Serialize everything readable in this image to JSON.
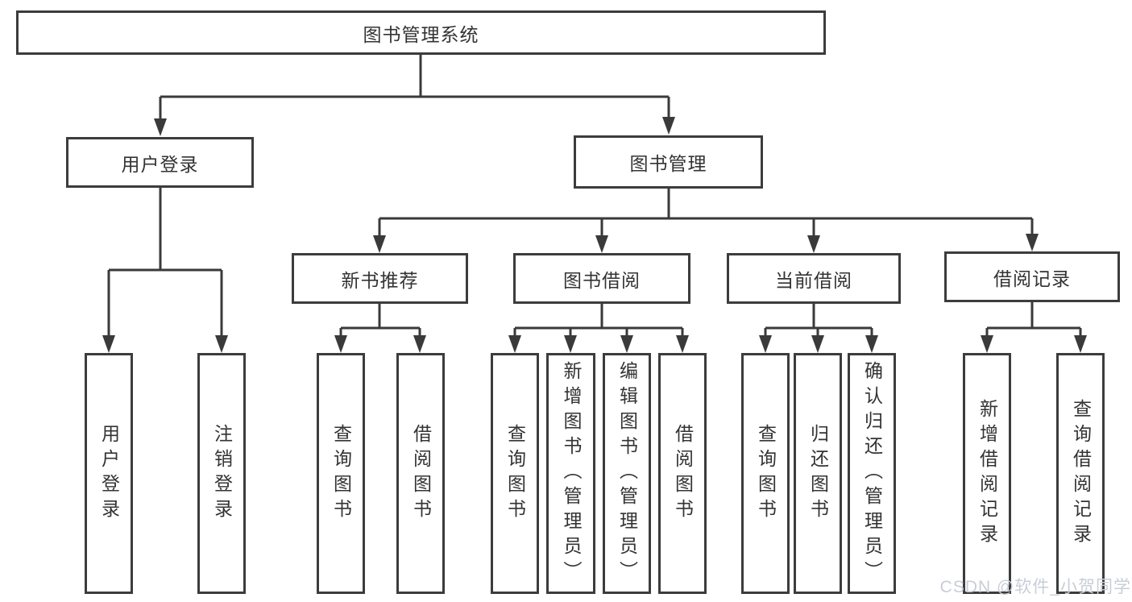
{
  "colors": {
    "line": "#3a3a3a",
    "border": "#3c3c3c",
    "text": "#333333",
    "watermark": "#c8cdd8",
    "background": "#ffffff"
  },
  "watermark": {
    "text": "CSDN @软件_小贺同学"
  },
  "nodes": {
    "root": {
      "label": "图书管理系统"
    },
    "user_login": {
      "label": "用户登录"
    },
    "book_mgmt": {
      "label": "图书管理"
    },
    "new_book_rec": {
      "label": "新书推荐"
    },
    "book_borrow": {
      "label": "图书借阅"
    },
    "current_borrow": {
      "label": "当前借阅"
    },
    "borrow_record": {
      "label": "借阅记录"
    },
    "ul_login": {
      "label": "用户登录"
    },
    "ul_logout": {
      "label": "注销登录"
    },
    "nb_query": {
      "label": "查询图书"
    },
    "nb_borrow": {
      "label": "借阅图书"
    },
    "bb_query": {
      "label": "查询图书"
    },
    "bb_add": {
      "label": "新增图书（管理员）"
    },
    "bb_edit": {
      "label": "编辑图书（管理员）"
    },
    "bb_borrow": {
      "label": "借阅图书"
    },
    "cb_query": {
      "label": "查询图书"
    },
    "cb_return": {
      "label": "归还图书"
    },
    "cb_confirm": {
      "label": "确认归还（管理员）"
    },
    "br_add": {
      "label": "新增借阅记录"
    },
    "br_query": {
      "label": "查询借阅记录"
    }
  },
  "hierarchy": {
    "图书管理系统": {
      "用户登录": [
        "用户登录",
        "注销登录"
      ],
      "图书管理": {
        "新书推荐": [
          "查询图书",
          "借阅图书"
        ],
        "图书借阅": [
          "查询图书",
          "新增图书（管理员）",
          "编辑图书（管理员）",
          "借阅图书"
        ],
        "当前借阅": [
          "查询图书",
          "归还图书",
          "确认归还（管理员）"
        ],
        "借阅记录": [
          "新增借阅记录",
          "查询借阅记录"
        ]
      }
    }
  }
}
